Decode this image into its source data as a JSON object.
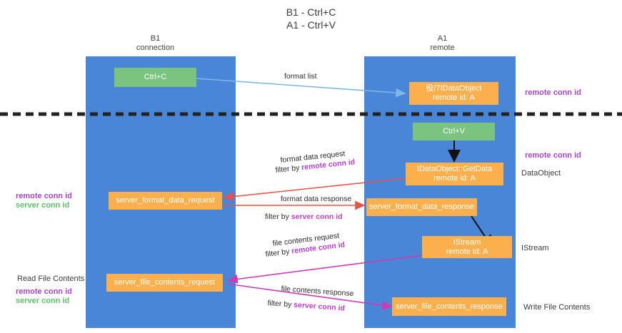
{
  "title": {
    "line1": "B1 - Ctrl+C",
    "line2": "A1 - Ctrl+V"
  },
  "lanes": [
    {
      "id": "left",
      "head_line1": "B1",
      "head_line2": "connection",
      "color": "#4a86d8"
    },
    {
      "id": "right",
      "head_line1": "A1",
      "head_line2": "remote",
      "color": "#4a86d8"
    }
  ],
  "nodes": {
    "ctrl_c": {
      "label": "Ctrl+C",
      "color": "#7bc47f"
    },
    "idataobject_top": {
      "line1": "役/7IDataObject",
      "line2": "remote id: A",
      "color": "#fbb04d"
    },
    "ctrl_v": {
      "label": "Ctrl+V",
      "color": "#7bc47f"
    },
    "getdata": {
      "line1": "IDataObject::GetData",
      "line2": "remote id: A",
      "color": "#fbb04d"
    },
    "server_format_data_request": {
      "label": "server_format_data_request",
      "color": "#fbb04d"
    },
    "server_format_data_response": {
      "label": "server_format_data_response",
      "color": "#fbb04d"
    },
    "istream": {
      "line1": "IStream",
      "line2": "remote id: A",
      "color": "#fbb04d"
    },
    "server_file_contents_request": {
      "label": "server_file_contents_request",
      "color": "#fbb04d"
    },
    "server_file_contents_response": {
      "label": "server_file_contents_response",
      "color": "#fbb04d"
    }
  },
  "edge_labels": {
    "format_list": "format list",
    "format_data_request": "format data request",
    "filter_by_remote_1_prefix": "filter by ",
    "filter_by_remote_1_kw": "remote conn id",
    "format_data_response": "format data response",
    "filter_by_server_1_prefix": "filter by ",
    "filter_by_server_1_kw": "server conn id",
    "file_contents_request": "file contents request",
    "filter_by_remote_2_prefix": "filter by ",
    "filter_by_remote_2_kw": "remote conn id",
    "file_contents_response": "file contents response",
    "filter_by_server_2_prefix": "filter by ",
    "filter_by_server_2_kw": "server conn id"
  },
  "annotations": {
    "right_remote_conn_id_top": "remote conn id",
    "right_remote_conn_id_mid": "remote conn id",
    "right_dataobject": "DataObject",
    "right_istream": "IStream",
    "right_write_file_contents": "Write File Contents",
    "left_remote_conn_id": "remote conn id",
    "left_server_conn_id": "server conn id",
    "left_read_file_contents": "Read File Contents",
    "left_remote_conn_id_2": "remote conn id",
    "left_server_conn_id_2": "server conn id"
  },
  "colors": {
    "lane": "#4a86d8",
    "green_node": "#7bc47f",
    "orange_node": "#fbb04d",
    "purple_text": "#b23fd0",
    "green_text": "#5fbf6a",
    "arrow_blue": "#7fb6e8",
    "arrow_red": "#e8544a",
    "arrow_magenta": "#cc3bb5",
    "arrow_black": "#000000",
    "divider": "#222222"
  }
}
